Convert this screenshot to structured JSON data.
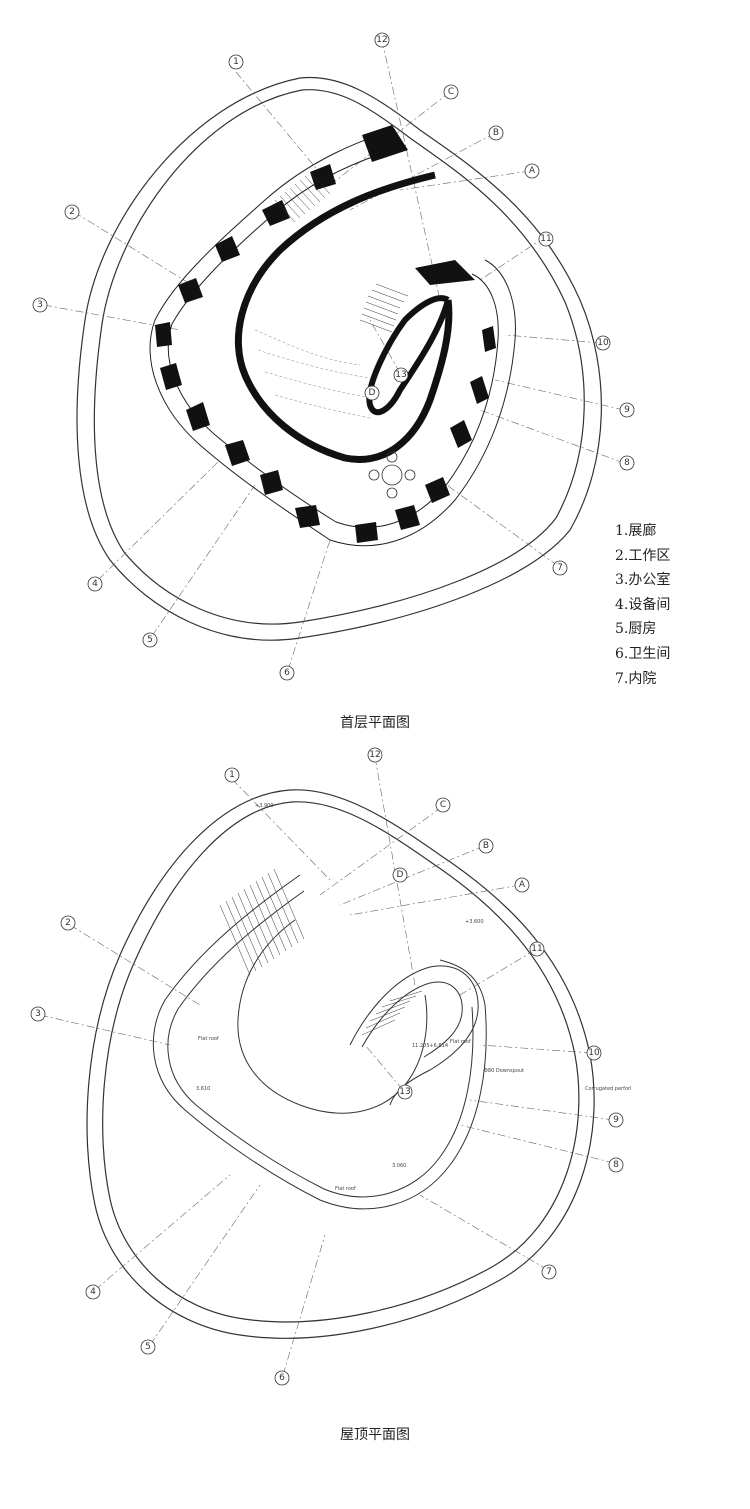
{
  "ground_plan": {
    "caption": "首层平面图",
    "axes": [
      "1",
      "2",
      "3",
      "4",
      "5",
      "6",
      "7",
      "8",
      "9",
      "10",
      "11",
      "12",
      "13",
      "A",
      "B",
      "C",
      "D"
    ]
  },
  "legend": [
    "1.展廊",
    "2.工作区",
    "3.办公室",
    "4.设备间",
    "5.厨房",
    "6.卫生间",
    "7.内院"
  ],
  "roof_plan": {
    "caption": "屋顶平面图",
    "axes": [
      "1",
      "2",
      "3",
      "4",
      "5",
      "6",
      "7",
      "8",
      "9",
      "10",
      "11",
      "12",
      "13",
      "A",
      "B",
      "C",
      "D"
    ],
    "notes": {
      "flat_roof_1": "Flat roof",
      "flat_roof_2": "Flat roof",
      "flat_roof_3": "Flat roof",
      "downspout": "Φ80 Downspout",
      "corrugated": "Corrugated perforl",
      "level_3900": "+3.900",
      "level_3600": "+3.600",
      "level_3610": "3.610",
      "level_3060": "3.060",
      "level_11205": "11.205+6.614"
    }
  }
}
